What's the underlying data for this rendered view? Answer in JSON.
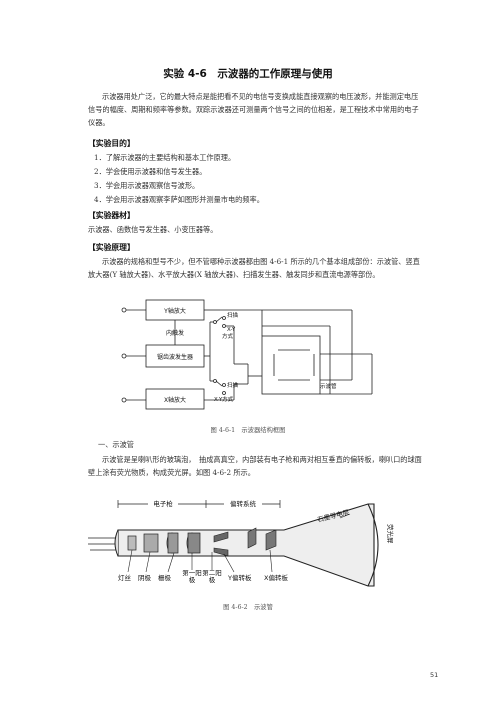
{
  "title": "实验 4-6　示波器的工作原理与使用",
  "intro": "示波器用处广泛，它的最大特点是能把看不见的电信号变换成能直接观察的电压波形，并能测定电压信号的幅度、周期和频率等参数。双踪示波器还可测量两个信号之间的位相差，是工程技术中常用的电子仪器。",
  "purpose_heading": "【实验目的】",
  "purpose_items": [
    "1．了解示波器的主要结构和基本工作原理。",
    "2．学会使用示波器和信号发生器。",
    "3．学会用示波器观察信号波形。",
    "4．学会用示波器观察李萨如图形并测量市电的频率。"
  ],
  "equipment_heading": "【实验器材】",
  "equipment_text": "示波器、函数信号发生器、小变压器等。",
  "principle_heading": "【实验原理】",
  "principle_text": "示波器的规格和型号不少，但不管哪种示波器都由图 4-6-1 所示的几个基本组成部份：示波管、竖直放大器(Y 轴放大器)、水平放大器(X 轴放大器)、扫描发生器、触发同步和直流电源等部份。",
  "figure1": {
    "y_amp": "Y轴放大",
    "internal_trigger": "内触发",
    "sweep_gen": "锯齿波发生器",
    "x_amp": "X轴放大",
    "scan_top": "扫描",
    "xy_top_a": "X-Y",
    "xy_top_b": "方式",
    "scan_bottom": "扫描",
    "xy_bottom": "X-Y方式",
    "tube": "示波管",
    "caption": "图 4-6-1　示波器结构框图"
  },
  "section1_heading": "一、示波管",
  "section1_text": "示波管是呈喇叭形的玻璃泡，　抽成高真空，内部装有电子枪和两对相互垂直的偏转板，喇叭口的球面壁上涂有荧光物质，构成荧光屏。如图 4-6-2 所示。",
  "figure2": {
    "gun_label": "电子枪",
    "deflect_label": "偏转系统",
    "graphite_label": "石墨导电层",
    "screen_label": "荧光屏",
    "filament": "灯丝",
    "cathode": "阴极",
    "grid": "栅极",
    "anode1": "第一阳极",
    "anode2": "第二阳极",
    "y_plate": "Y偏转板",
    "x_plate": "X偏转板",
    "caption": "图 4-6-2　示波管"
  },
  "page_number": "51"
}
